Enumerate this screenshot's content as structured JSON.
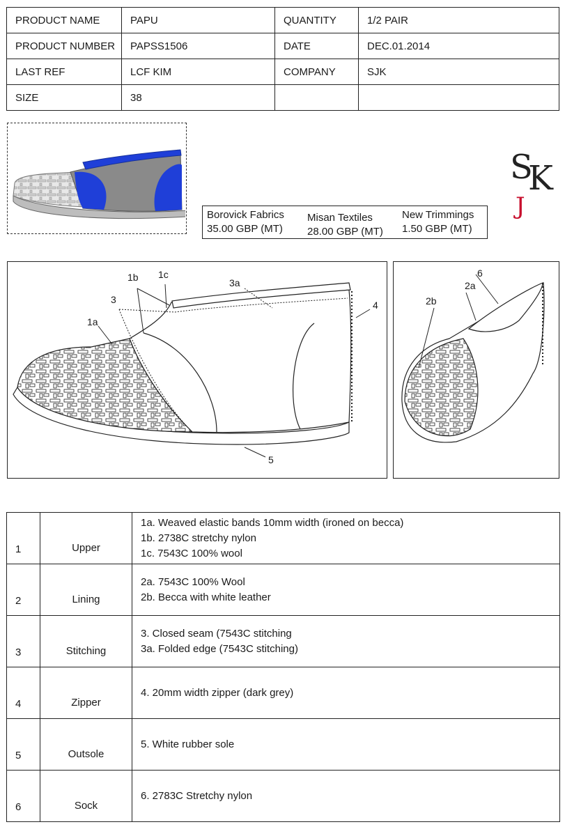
{
  "header": {
    "rows": [
      {
        "label1": "PRODUCT NAME",
        "value1": "PAPU",
        "label2": "QUANTITY",
        "value2": "1/2 PAIR"
      },
      {
        "label1": "PRODUCT NUMBER",
        "value1": "PAPSS1506",
        "label2": "DATE",
        "value2": "DEC.01.2014"
      },
      {
        "label1": "LAST REF",
        "value1": "LCF KIM",
        "label2": "COMPANY",
        "value2": "SJK"
      },
      {
        "label1": "SIZE",
        "value1": "38",
        "label2": "",
        "value2": ""
      }
    ]
  },
  "logo": {
    "s": "S",
    "k": "K",
    "j": "J",
    "accent": "#c8102e"
  },
  "suppliers": [
    {
      "name": "Borovick Fabrics",
      "price": "35.00 GBP (MT)"
    },
    {
      "name": "Misan Textiles",
      "price": "28.00 GBP (MT)"
    },
    {
      "name": "New Trimmings",
      "price": "1.50 GBP (MT)"
    }
  ],
  "callouts": {
    "c1a": "1a",
    "c1b": "1b",
    "c1c": "1c",
    "c3": "3",
    "c3a": "3a",
    "c4": "4",
    "c5": "5",
    "c6": "6",
    "c2a": "2a",
    "c2b": "2b"
  },
  "colors": {
    "shoe_blue": "#1f3fd8",
    "shoe_grey": "#8a8a8a"
  },
  "spec": [
    {
      "num": "1",
      "name": "Upper",
      "lines": [
        "1a. Weaved elastic bands 10mm width (ironed on becca)",
        "1b. 2738C  stretchy nylon",
        "1c. 7543C 100% wool"
      ]
    },
    {
      "num": "2",
      "name": "Lining",
      "lines": [
        "2a. 7543C 100% Wool",
        "2b. Becca with white leather"
      ]
    },
    {
      "num": "3",
      "name": "Stitching",
      "lines": [
        "3. Closed seam (7543C stitching",
        "3a. Folded edge (7543C stitching)"
      ]
    },
    {
      "num": "4",
      "name": "Zipper",
      "lines": [
        "4. 20mm width zipper (dark grey)"
      ]
    },
    {
      "num": "5",
      "name": "Outsole",
      "lines": [
        "5. White rubber sole"
      ]
    },
    {
      "num": "6",
      "name": "Sock",
      "lines": [
        "6. 2783C Stretchy nylon"
      ]
    }
  ]
}
